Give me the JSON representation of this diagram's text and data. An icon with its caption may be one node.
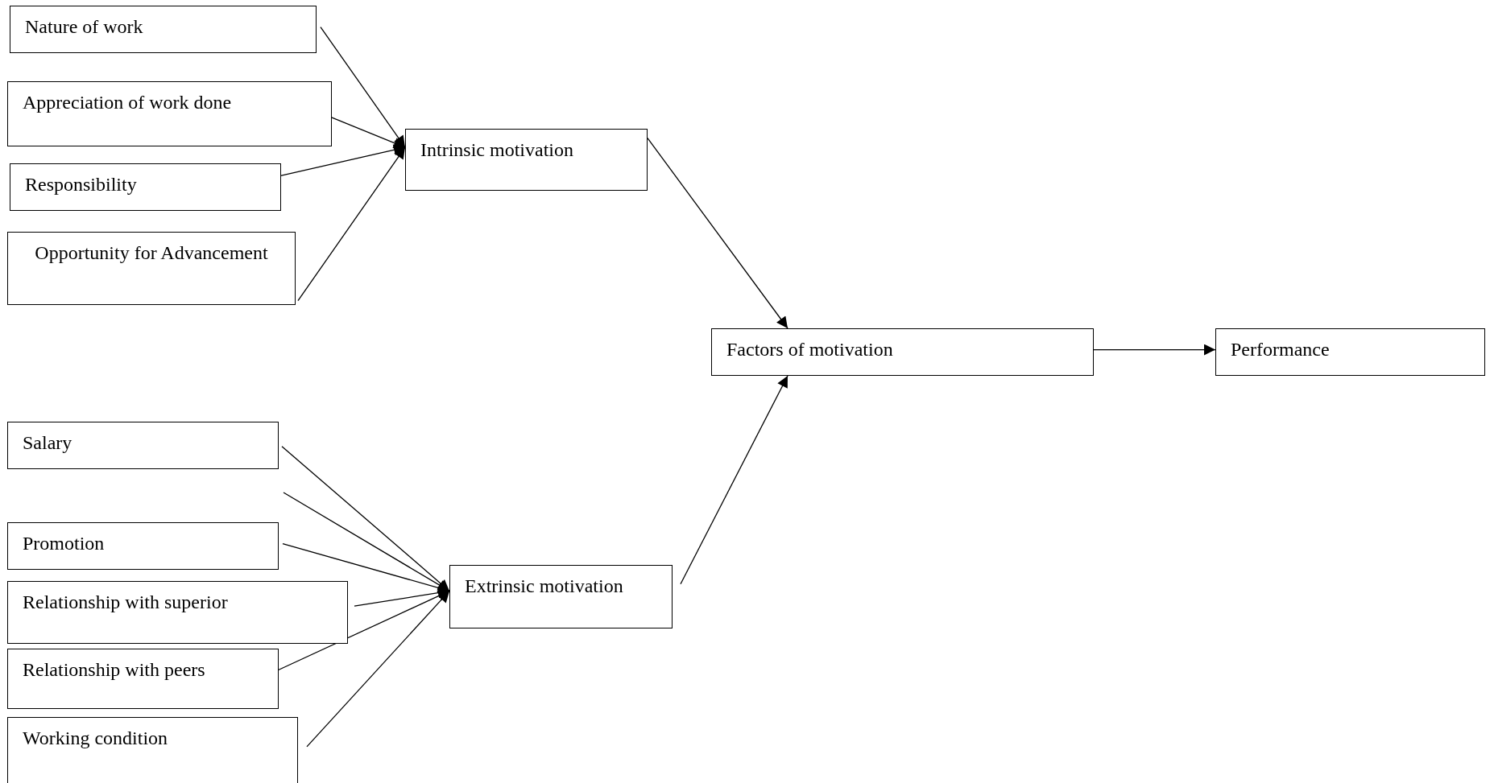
{
  "diagram": {
    "nodes": [
      {
        "text": [
          "Nature of work"
        ]
      },
      {
        "text": [
          "Appreciation of work done"
        ]
      },
      {
        "text": [
          "Responsibility"
        ]
      },
      {
        "text": [
          "Opportunity for Advancement"
        ]
      },
      {
        "text": [
          "Intrinsic motivation"
        ]
      },
      {
        "text": [
          "Factors of motivation"
        ]
      },
      {
        "text": [
          "Performance"
        ]
      },
      {
        "text": [
          "Salary"
        ]
      },
      {
        "text": [
          "Promotion"
        ]
      },
      {
        "text": [
          "Relationship with superior"
        ]
      },
      {
        "text": [
          "Relationship with peers"
        ]
      },
      {
        "text": [
          "Working condition"
        ]
      },
      {
        "text": [
          "Extrinsic motivation"
        ]
      }
    ],
    "edges": [
      {
        "from": 0,
        "to": 4,
        "arrow": "to"
      },
      {
        "from": 1,
        "to": 4,
        "arrow": "to"
      },
      {
        "from": 2,
        "to": 4,
        "arrow": "to"
      },
      {
        "from": 3,
        "to": 4,
        "arrow": "to"
      },
      {
        "from": 4,
        "to": 5,
        "arrow": "to"
      },
      {
        "from": 12,
        "to": 5,
        "arrow": "to"
      },
      {
        "from": 5,
        "to": 6,
        "arrow": "to"
      },
      {
        "from": 7,
        "to": 12,
        "arrow": "to"
      },
      {
        "from": null,
        "to": 12,
        "arrow": "to"
      },
      {
        "from": 8,
        "to": 12,
        "arrow": "to"
      },
      {
        "from": 9,
        "to": 12,
        "arrow": "to"
      },
      {
        "from": 10,
        "to": 12,
        "arrow": "to"
      },
      {
        "from": 11,
        "to": 12,
        "arrow": "to"
      }
    ]
  }
}
